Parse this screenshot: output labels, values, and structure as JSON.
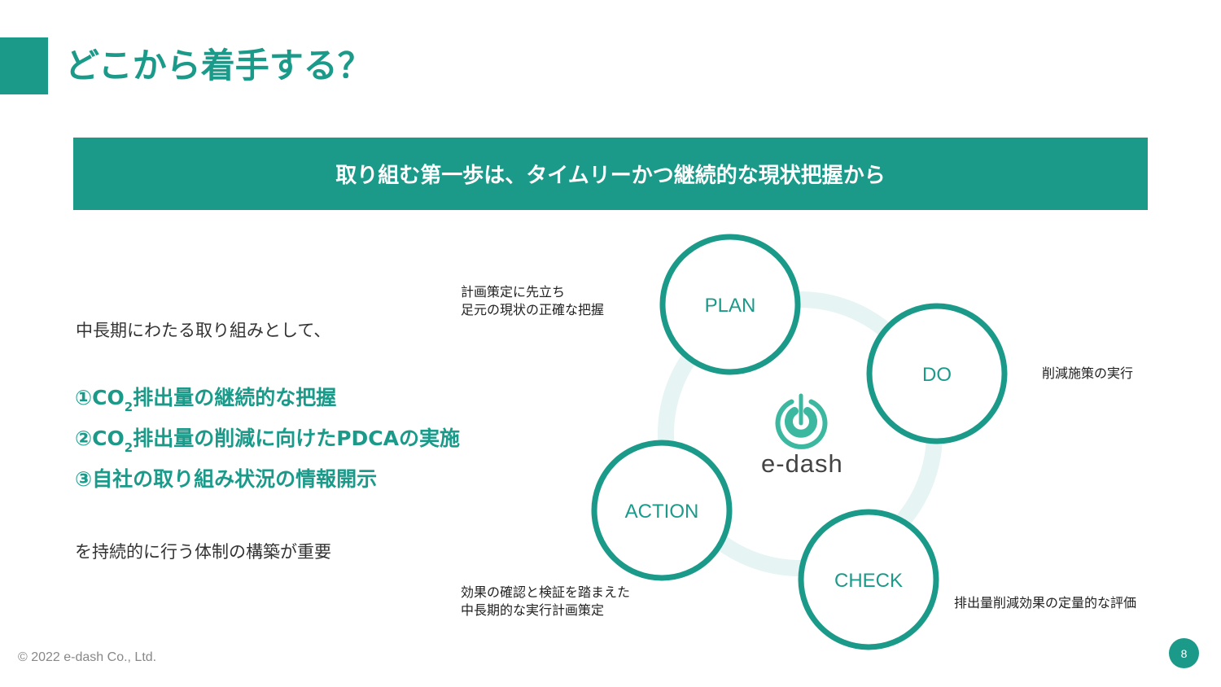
{
  "header": {
    "title": "どこから着手する？"
  },
  "banner": {
    "text": "取り組む第一歩は、タイムリーかつ継続的な現状把握から"
  },
  "main": {
    "intro": "中長期にわたる取り組みとして、",
    "points": [
      {
        "prefix": "①CO",
        "sub": "2",
        "suffix": "排出量の継続的な把握"
      },
      {
        "prefix": "②CO",
        "sub": "2",
        "suffix": "排出量の削減に向けたPDCAの実施"
      },
      {
        "prefix": "③自社の取り組み状況の情報開示"
      }
    ],
    "closing": "を持続的に行う体制の構築が重要"
  },
  "cycle": {
    "logo_text": "e-dash",
    "stages": [
      {
        "label": "PLAN",
        "note_lines": [
          "計画策定に先立ち",
          "足元の現状の正確な把握"
        ]
      },
      {
        "label": "DO",
        "note_lines": [
          "削減施策の実行"
        ]
      },
      {
        "label": "CHECK",
        "note_lines": [
          "排出量削減効果の定量的な評価"
        ]
      },
      {
        "label": "ACTION",
        "note_lines": [
          "効果の確認と検証を踏まえた",
          "中長期的な実行計画策定"
        ]
      }
    ]
  },
  "footer": {
    "copyright": "© 2022 e-dash Co., Ltd.",
    "page_number": "8"
  },
  "colors": {
    "accent": "#1b9a8a",
    "ring": "#e6f4f4",
    "logo_green": "#3cb8a0"
  },
  "icons": {
    "logo": "e-dash-power-logo-icon"
  }
}
